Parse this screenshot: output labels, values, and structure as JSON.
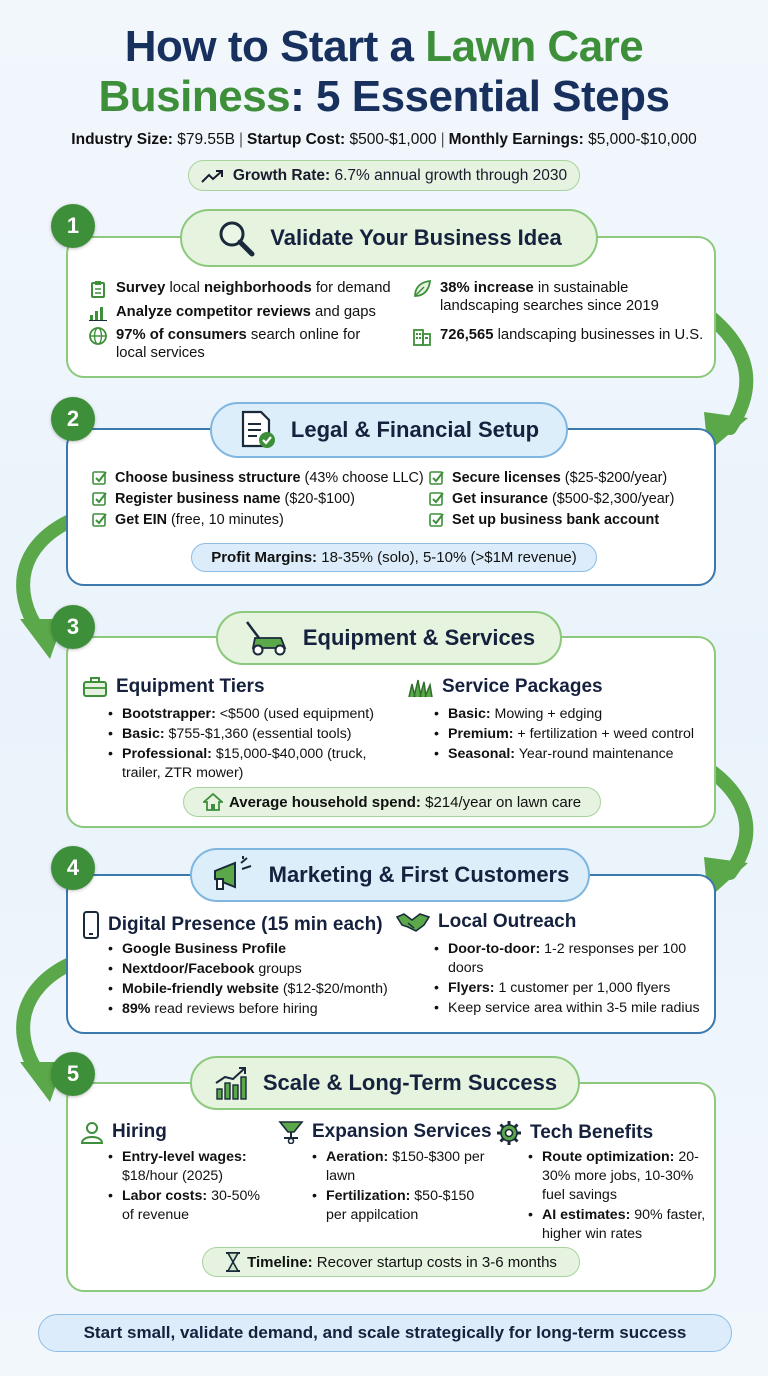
{
  "header": {
    "title_part1": "How to Start a ",
    "title_part2": "Lawn Care",
    "title_part3": "Business",
    "title_part4": ": 5 Essential Steps",
    "stats": [
      {
        "label": "Industry Size:",
        "value": " $79.55B"
      },
      {
        "label": "Startup Cost:",
        "value": " $500-$1,000"
      },
      {
        "label": "Monthly Earnings:",
        "value": " $5,000-$10,000"
      }
    ],
    "growth_label": "Growth Rate:",
    "growth_value": " 6.7% annual growth through 2030"
  },
  "step1": {
    "number": "1",
    "title": "Validate Your Business Idea",
    "items_left": [
      {
        "b1": "Survey",
        "t1": " local ",
        "b2": "neighborhoods",
        "t2": " for demand",
        "icon": "clipboard-icon"
      },
      {
        "b1": "Analyze competitor reviews",
        "t1": " and gaps",
        "icon": "bar-chart-icon"
      },
      {
        "b1": "97% of consumers",
        "t1": " search online for local services",
        "icon": "globe-icon"
      }
    ],
    "items_right": [
      {
        "b1": "38% increase",
        "t1": " in sustainable landscaping searches since 2019",
        "icon": "leaf-icon"
      },
      {
        "b1": "726,565",
        "t1": " landscaping businesses in U.S.",
        "icon": "building-icon"
      }
    ]
  },
  "step2": {
    "number": "2",
    "title": "Legal & Financial Setup",
    "checks_left": [
      {
        "b": "Choose business structure",
        "t": " (43% choose LLC)"
      },
      {
        "b": "Register business name",
        "t": " ($20-$100)"
      },
      {
        "b": "Get EIN",
        "t": " (free, 10 minutes)"
      }
    ],
    "checks_right": [
      {
        "b": "Secure licenses",
        "t": " ($25-$200/year)"
      },
      {
        "b": "Get insurance",
        "t": " ($500-$2,300/year)"
      },
      {
        "b": "Set up business bank account",
        "t": ""
      }
    ],
    "note_label": "Profit Margins:",
    "note_value": " 18-35% (solo), 5-10% (>$1M revenue)"
  },
  "step3": {
    "number": "3",
    "title": "Equipment & Services",
    "left_heading": "Equipment Tiers",
    "left_items": [
      {
        "b": "Bootstrapper:",
        "t": " <$500 (used equipment)"
      },
      {
        "b": "Basic:",
        "t": " $755-$1,360 (essential tools)"
      },
      {
        "b": "Professional:",
        "t": " $15,000-$40,000 (truck, trailer, ZTR mower)"
      }
    ],
    "right_heading": "Service Packages",
    "right_items": [
      {
        "b": "Basic:",
        "t": " Mowing + edging"
      },
      {
        "b": "Premium:",
        "t": " + fertilization + weed control"
      },
      {
        "b": "Seasonal:",
        "t": " Year-round maintenance"
      }
    ],
    "note_label": "Average household spend:",
    "note_value": " $214/year on lawn care"
  },
  "step4": {
    "number": "4",
    "title": "Marketing & First Customers",
    "left_heading": "Digital Presence (15 min each)",
    "left_items": [
      {
        "b": "Google Business Profile",
        "t": ""
      },
      {
        "b": "Nextdoor/Facebook",
        "t": " groups"
      },
      {
        "b": "Mobile-friendly website",
        "t": " ($12-$20/month)"
      },
      {
        "b": "89%",
        "t": " read reviews before hiring"
      }
    ],
    "right_heading": "Local Outreach",
    "right_items": [
      {
        "b": "Door-to-door:",
        "t": " 1-2 responses per 100 doors"
      },
      {
        "b": "Flyers:",
        "t": " 1 customer per 1,000 flyers"
      },
      {
        "b": "",
        "t": "Keep service area within 3-5 mile radius"
      }
    ]
  },
  "step5": {
    "number": "5",
    "title": "Scale & Long-Term Success",
    "col1_heading": "Hiring",
    "col1_items": [
      {
        "b": "Entry-level wages:",
        "t": " $18/hour (2025)"
      },
      {
        "b": "Labor costs:",
        "t": " 30-50% of revenue"
      }
    ],
    "col2_heading": "Expansion Services",
    "col2_items": [
      {
        "b": "Aeration:",
        "t": " $150-$300 per lawn"
      },
      {
        "b": "Fertilization:",
        "t": " $50-$150 per appilcation"
      }
    ],
    "col3_heading": "Tech Benefits",
    "col3_items": [
      {
        "b": "Route optimization:",
        "t": " 20-30% more jobs, 10-30% fuel savings"
      },
      {
        "b": "AI estimates:",
        "t": " 90% faster, higher win rates"
      }
    ],
    "note_label": "Timeline:",
    "note_value": " Recover startup costs in 3-6 months"
  },
  "footer": "Start small, validate demand, and scale strategically for long-term success",
  "colors": {
    "green": "#3e8f3a",
    "navy": "#17305e",
    "blue_border": "#3b78ad",
    "light_green": "#e5f3df"
  }
}
